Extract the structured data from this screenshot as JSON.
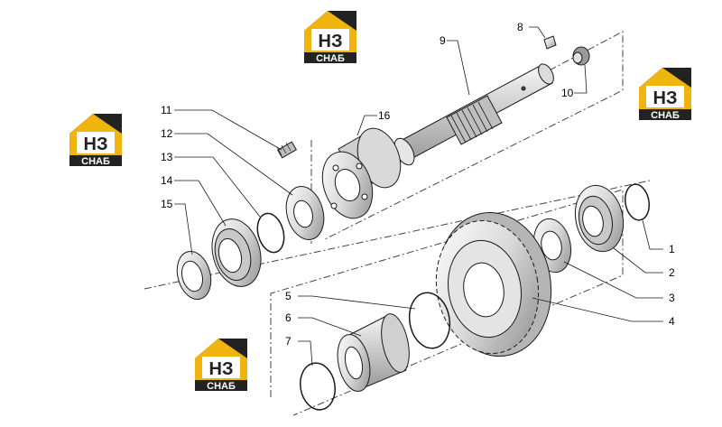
{
  "logo": {
    "mark": "НЗ",
    "word": "СНАБ",
    "colors": {
      "gold": "#f0b40f",
      "dark": "#222222",
      "text_light": "#ffffff"
    }
  },
  "callouts": [
    "1",
    "2",
    "3",
    "4",
    "5",
    "6",
    "7",
    "8",
    "9",
    "10",
    "11",
    "12",
    "13",
    "14",
    "15",
    "16"
  ],
  "colors": {
    "line": "#1a1a1a",
    "dash": "#444444",
    "part_fill": "#f2f2f2",
    "part_shade": "#bdbdbd"
  }
}
